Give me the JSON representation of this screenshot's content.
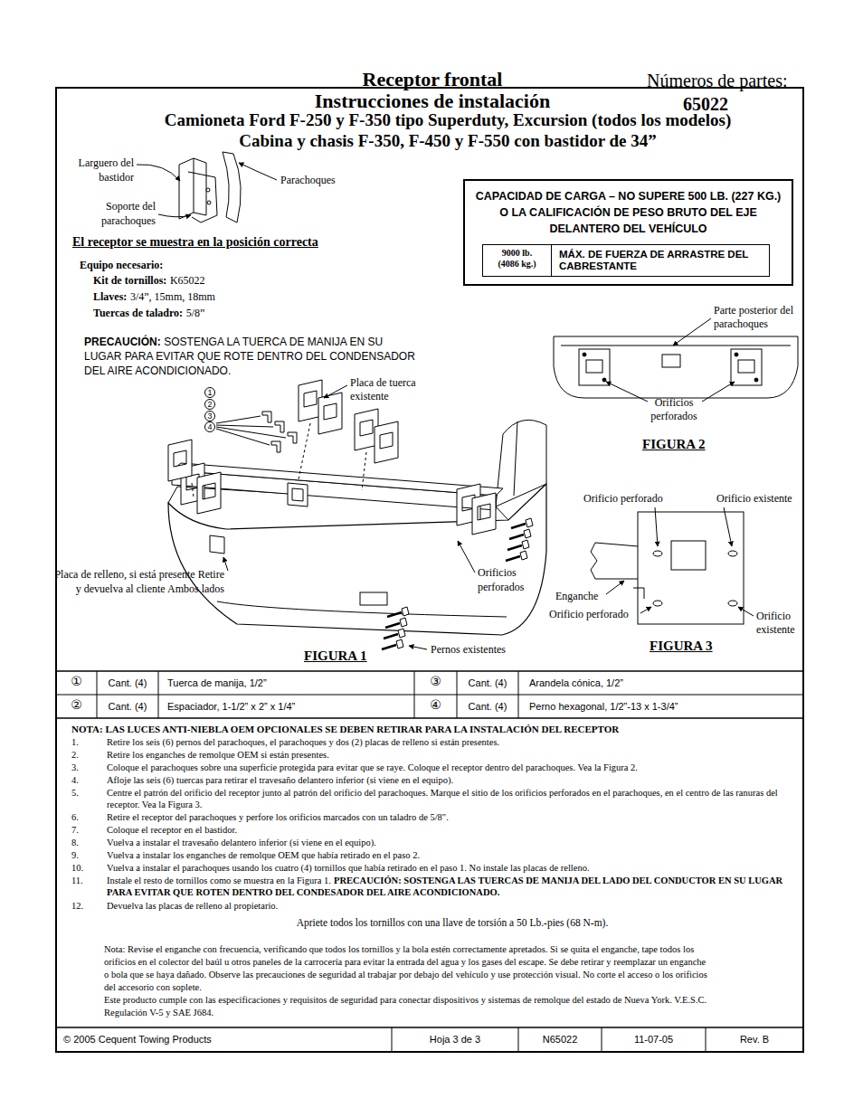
{
  "diagram": {
    "title": "Receptor frontal Instrucciones de instalación",
    "nodes": [
      {
        "text": [
          "CAPACIDAD DE CARGA – NO SUPERE 500 LB. (227 KG.) O LA CALIFICACIÓN DE PESO BRUTO DEL EJE DELANTERO DEL VEHÍCULO"
        ]
      },
      {
        "text": [
          "9000 lb. (4086 kg.)",
          "MÁX. DE FUERZA DE ARRASTRE DEL CABRESTANTE"
        ],
        "in": 0
      }
    ],
    "labels": [
      "Números de partes:",
      "65022",
      "Camioneta Ford F-250 y F-350 tipo Superduty, Excursion (todos los modelos)",
      "Cabina y chasis F-350, F-450 y F-550 con bastidor de 34”",
      "Larguero del bastidor",
      "Parachoques",
      "Soporte del parachoques",
      "El receptor se muestra en la posición correcta",
      "Equipo necesario:",
      "Kit de tornillos:",
      "K65022",
      "Llaves:",
      "3/4”, 15mm, 18mm",
      "Tuercas de taladro:",
      "5/8”",
      "PRECAUCIÓN:",
      "SOSTENGA LA TUERCA DE MANIJA EN SU LUGAR PARA EVITAR QUE ROTE DENTRO DEL CONDENSADOR DEL AIRE ACONDICIONADO.",
      "Placa de tuerca existente",
      "1",
      "2",
      "3",
      "4",
      "Placa de relleno, si está presente Retire y devuelva al cliente Ambos lados",
      "Orificios perforados",
      "Pernos existentes",
      "FIGURA 1",
      "Parte posterior del parachoques",
      "Orificios perforados",
      "FIGURA 2",
      "Orificio perforado",
      "Orificio existente",
      "Enganche",
      "Orificio perforado",
      "Orificio existente",
      "FIGURA 3",
      "①",
      "Cant. (4)",
      "Tuerca de manija, 1/2”",
      "③",
      "Cant. (4)",
      "Arandela cónica, 1/2”",
      "②",
      "Cant. (4)",
      "Espaciador, 1-1/2” x 2” x 1/4”",
      "④",
      "Cant. (4)",
      "Perno hexagonal, 1/2”-13 x 1-3/4”",
      "NOTA: LAS LUCES ANTI-NIEBLA OEM OPCIONALES SE DEBEN RETIRAR PARA LA INSTALACIÓN DEL RECEPTOR",
      "1.",
      "Retire los seis (6) pernos del parachoques, el parachoques y dos (2) placas de relleno si están presentes.",
      "2.",
      "Retire los enganches de remolque OEM si están presentes.",
      "3.",
      "Coloque el parachoques sobre una superficie protegida para evitar que se raye. Coloque el receptor dentro del parachoques. Vea la Figura 2.",
      "4.",
      "Afloje las seis (6) tuercas para retirar el travesaño delantero inferior (si viene en el equipo).",
      "5.",
      "Centre el patrón del orificio del receptor junto al patrón del orificio del parachoques. Marque el sitio de los orificios perforados en el parachoques, en el centro de las ranuras del receptor. Vea la Figura 3.",
      "6.",
      "Retire el receptor del parachoques y perfore los orificios marcados con un taladro de 5/8\".",
      "7.",
      "Coloque el receptor en el bastidor.",
      "8.",
      "Vuelva a instalar el travesaño delantero inferior (si viene en el equipo).",
      "9.",
      "Vuelva a instalar los enganches de remolque OEM que había retirado en el paso 2.",
      "10.",
      "Vuelva a instalar el parachoques usando los cuatro (4) tornillos que había retirado en el paso 1. No instale las placas de relleno.",
      "11.",
      "Instale el resto de tornillos como se muestra en la Figura 1.",
      "PRECAUCIÓN: SOSTENGA LAS TUERCAS DE MANIJA DEL LADO DEL CONDUCTOR EN SU LUGAR PARA EVITAR QUE ROTEN DENTRO DEL CONDESADOR DEL AIRE ACONDICIONADO.",
      "12.",
      "Devuelva las placas de relleno al propietario.",
      "Apriete todos los tornillos con una llave de torsión a 50 Lb.-pies (68 N-m).",
      "Nota: Revise el enganche con frecuencia, verificando que todos los tornillos y la bola estén correctamente apretados. Si se quita el enganche, tape todos los orificios en el colector del baúl u otros paneles de la carrocería para evitar la entrada del agua y los gases del escape. Se debe retirar y reemplazar un enganche o bola que se haya dañado. Observe las precauciones de seguridad al trabajar por debajo del vehículo y use protección visual. No corte el acceso o los orificios del accesorio con soplete.",
      "Este producto cumple con las especificaciones y requisitos de seguridad para conectar dispositivos y sistemas de remolque del estado de Nueva York. V.E.S.C. Regulación V-5 y SAE J684.",
      "© 2005 Cequent Towing Products",
      "Hoja 3 de 3",
      "N65022",
      "11-07-05",
      "Rev. B"
    ]
  }
}
